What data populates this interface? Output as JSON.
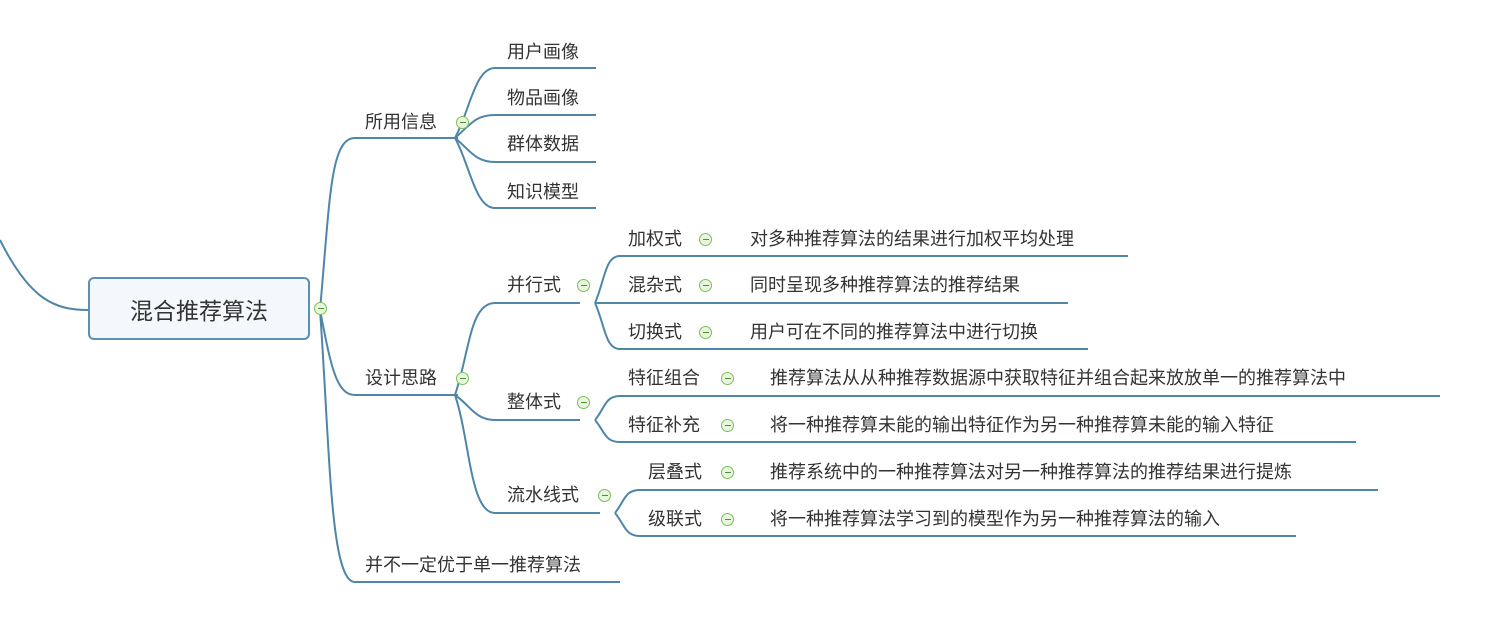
{
  "root": {
    "label": "混合推荐算法"
  },
  "branches": {
    "info": {
      "label": "所用信息",
      "children": [
        "用户画像",
        "物品画像",
        "群体数据",
        "知识模型"
      ]
    },
    "design": {
      "label": "设计思路",
      "parallel": {
        "label": "并行式",
        "items": [
          {
            "label": "加权式",
            "desc": "对多种推荐算法的结果进行加权平均处理"
          },
          {
            "label": "混杂式",
            "desc": "同时呈现多种推荐算法的推荐结果"
          },
          {
            "label": "切换式",
            "desc": "用户可在不同的推荐算法中进行切换"
          }
        ]
      },
      "whole": {
        "label": "整体式",
        "items": [
          {
            "label": "特征组合",
            "desc": "推荐算法从从种推荐数据源中获取特征并组合起来放放单一的推荐算法中"
          },
          {
            "label": "特征补充",
            "desc": "将一种推荐算未能的输出特征作为另一种推荐算未能的输入特征"
          }
        ]
      },
      "pipeline": {
        "label": "流水线式",
        "items": [
          {
            "label": "层叠式",
            "desc": "推荐系统中的一种推荐算法对另一种推荐算法的推荐结果进行提炼"
          },
          {
            "label": "级联式",
            "desc": "将一种推荐算法学习到的模型作为另一种推荐算法的输入"
          }
        ]
      }
    },
    "note": {
      "label": "并不一定优于单一推荐算法"
    }
  },
  "colors": {
    "line": "#4f86a8",
    "toggle_border": "#7cbf5b",
    "toggle_fill": "#e8f6df",
    "root_fill": "#f4f7fb"
  }
}
